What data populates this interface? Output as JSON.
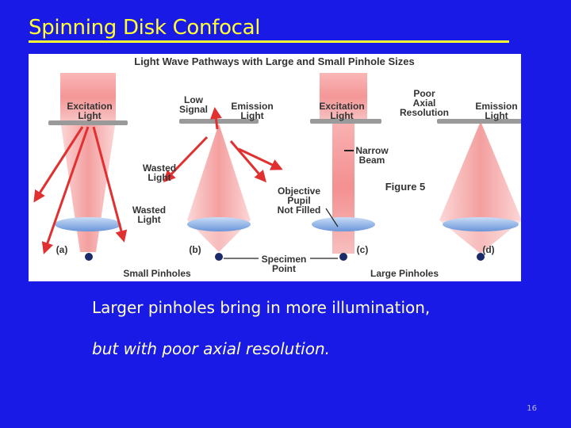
{
  "slide": {
    "title": "Spinning Disk Confocal",
    "caption_line1": "Larger pinholes bring in more illumination,",
    "caption_line2": "but with poor axial resolution.",
    "page_number": "16"
  },
  "figure": {
    "heading": "Light Wave Pathways with Large and Small Pinhole Sizes",
    "figure_label": "Figure 5",
    "panel_labels": [
      "(a)",
      "(b)",
      "(c)",
      "(d)"
    ],
    "labels": {
      "excitation_light_a": [
        "Excitation",
        "Light"
      ],
      "excitation_light_c": [
        "Excitation",
        "Light"
      ],
      "emission_light_b": [
        "Emission",
        "Light"
      ],
      "emission_light_d": [
        "Emission",
        "Light"
      ],
      "low_signal": [
        "Low",
        "Signal"
      ],
      "poor_axial_resolution": [
        "Poor",
        "Axial",
        "Resolution"
      ],
      "narrow_beam": [
        "Narrow",
        "Beam"
      ],
      "wasted_light_1": [
        "Wasted",
        "Light"
      ],
      "wasted_light_2": [
        "Wasted",
        "Light"
      ],
      "objective_pupil": [
        "Objective",
        "Pupil",
        "Not Filled"
      ],
      "specimen_point": [
        "Specimen",
        "Point"
      ],
      "small_pinholes": "Small Pinholes",
      "large_pinholes": "Large Pinholes"
    },
    "colors": {
      "beam": "#f07878",
      "beam_dark": "#d94a4a",
      "lens": "#7aa9e8",
      "disk": "#9a9a9a",
      "arrow": "#e03030",
      "specimen": "#1b2a6b"
    }
  }
}
